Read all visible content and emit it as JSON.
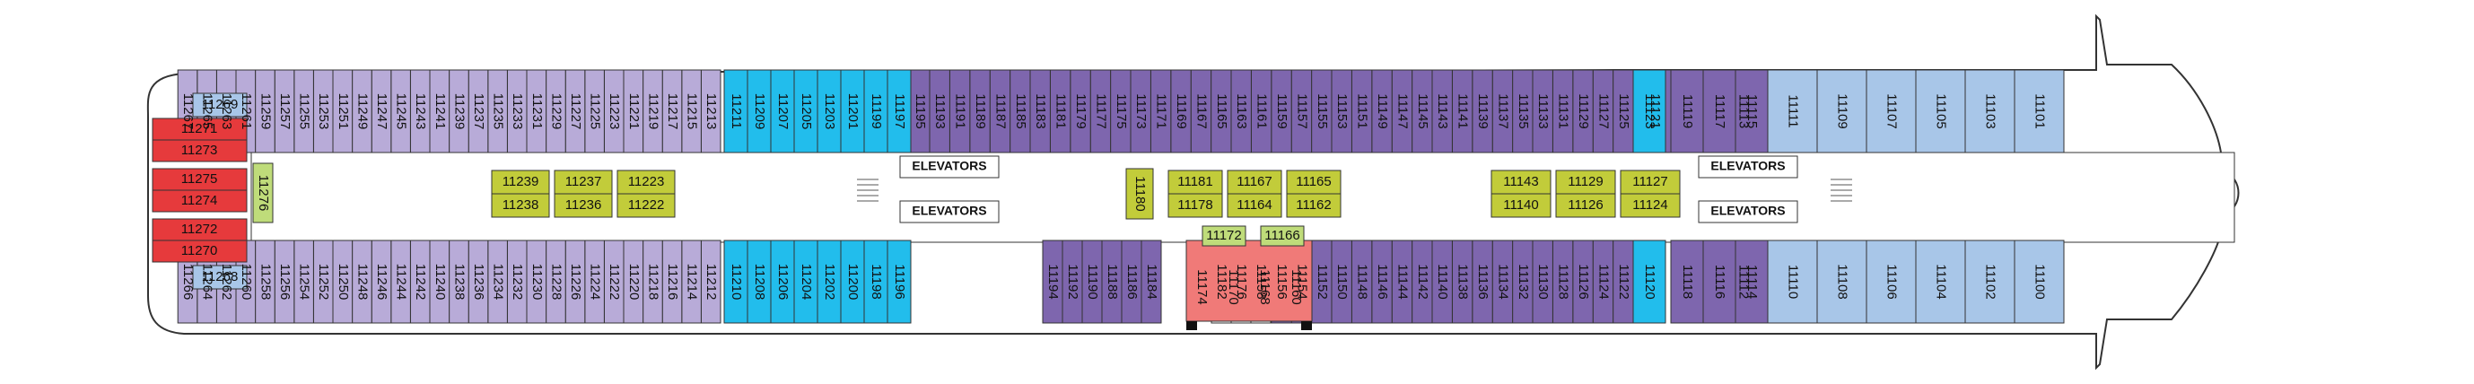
{
  "deck": {
    "elevator_label": "ELEVATORS",
    "fwd_upper": [
      "11101",
      "11103",
      "11105",
      "11107",
      "11109",
      "11111",
      "11113"
    ],
    "fwd_lower": [
      "11100",
      "11102",
      "11104",
      "11106",
      "11108",
      "11110",
      "11112"
    ],
    "fwd_mid_upper": [
      "11115",
      "11117",
      "11119",
      "11121"
    ],
    "fwd_mid_lower": [
      "11114",
      "11116",
      "11118"
    ],
    "fwd_corner_upper": "11123",
    "fwd_corner_lower": "11120",
    "purple_a_upper": [
      "11125",
      "11127",
      "11129",
      "11131",
      "11133",
      "11135",
      "11137",
      "11139",
      "11141",
      "11143",
      "11145",
      "11147",
      "11149",
      "11151",
      "11153",
      "11155",
      "11157",
      "11159",
      "11161",
      "11163",
      "11165",
      "11167",
      "11169",
      "11171",
      "11173",
      "11175",
      "11177",
      "11179",
      "11181",
      "11183",
      "11185",
      "11187",
      "11189",
      "11191",
      "11193",
      "11195"
    ],
    "purple_a_lower": [
      "11122",
      "11124",
      "11126",
      "11128",
      "11130",
      "11132",
      "11134",
      "11136",
      "11138",
      "11140",
      "11142",
      "11144",
      "11146",
      "11148",
      "11150",
      "11152",
      "11154",
      "11156"
    ],
    "purple_b_lower": [
      "11184",
      "11186",
      "11188",
      "11190",
      "11192",
      "11194"
    ],
    "lower_small": [
      "11158",
      "11176",
      "11182"
    ],
    "cyan_upper": [
      "11197",
      "11199",
      "11201",
      "11203",
      "11205",
      "11207",
      "11209",
      "11211"
    ],
    "cyan_lower": [
      "11196",
      "11198",
      "11200",
      "11202",
      "11204",
      "11206",
      "11208",
      "11210"
    ],
    "aft_upper": [
      "11213",
      "11215",
      "11217",
      "11219",
      "11221",
      "11223",
      "11225",
      "11227",
      "11229",
      "11231",
      "11233",
      "11235",
      "11237",
      "11239",
      "11241",
      "11243",
      "11245",
      "11247",
      "11249",
      "11251",
      "11253",
      "11255",
      "11257",
      "11259",
      "11261",
      "11263",
      "11265",
      "11267"
    ],
    "aft_lower": [
      "11212",
      "11214",
      "11216",
      "11218",
      "11220",
      "11222",
      "11224",
      "11226",
      "11228",
      "11230",
      "11232",
      "11234",
      "11236",
      "11238",
      "11240",
      "11242",
      "11244",
      "11246",
      "11248",
      "11250",
      "11252",
      "11254",
      "11256",
      "11258",
      "11260",
      "11262",
      "11264",
      "11266"
    ],
    "stern_blue": [
      "11269",
      "11268"
    ],
    "stern_red": [
      "11271",
      "11273",
      "11275",
      "11274",
      "11272",
      "11270"
    ],
    "stern_green": "11276",
    "inside_aft": [
      [
        "11239",
        "11238"
      ],
      [
        "11237",
        "11236"
      ],
      [
        "11223",
        "11222"
      ]
    ],
    "inside_mid": [
      "11180"
    ],
    "inside_mid_blocks": [
      [
        "11181",
        "11178"
      ],
      [
        "11167",
        "11164"
      ],
      [
        "11165",
        "11162"
      ]
    ],
    "inside_fwd": [
      [
        "11143",
        "11140"
      ],
      [
        "11129",
        "11126"
      ],
      [
        "11127",
        "11124"
      ]
    ],
    "salmon": [
      "11174",
      "11170",
      "11168",
      "11160"
    ],
    "salmon_top": [
      "11172",
      "11166"
    ],
    "colors": {
      "light_blue": "#a8c6e8",
      "purple": "#7e66ae",
      "lavender": "#b8abd8",
      "cyan": "#22bdec",
      "olive": "#c2cc3a",
      "green": "#bfdc7a",
      "red": "#e63a3c",
      "salmon": "#f07a78",
      "outline": "#333333"
    }
  }
}
